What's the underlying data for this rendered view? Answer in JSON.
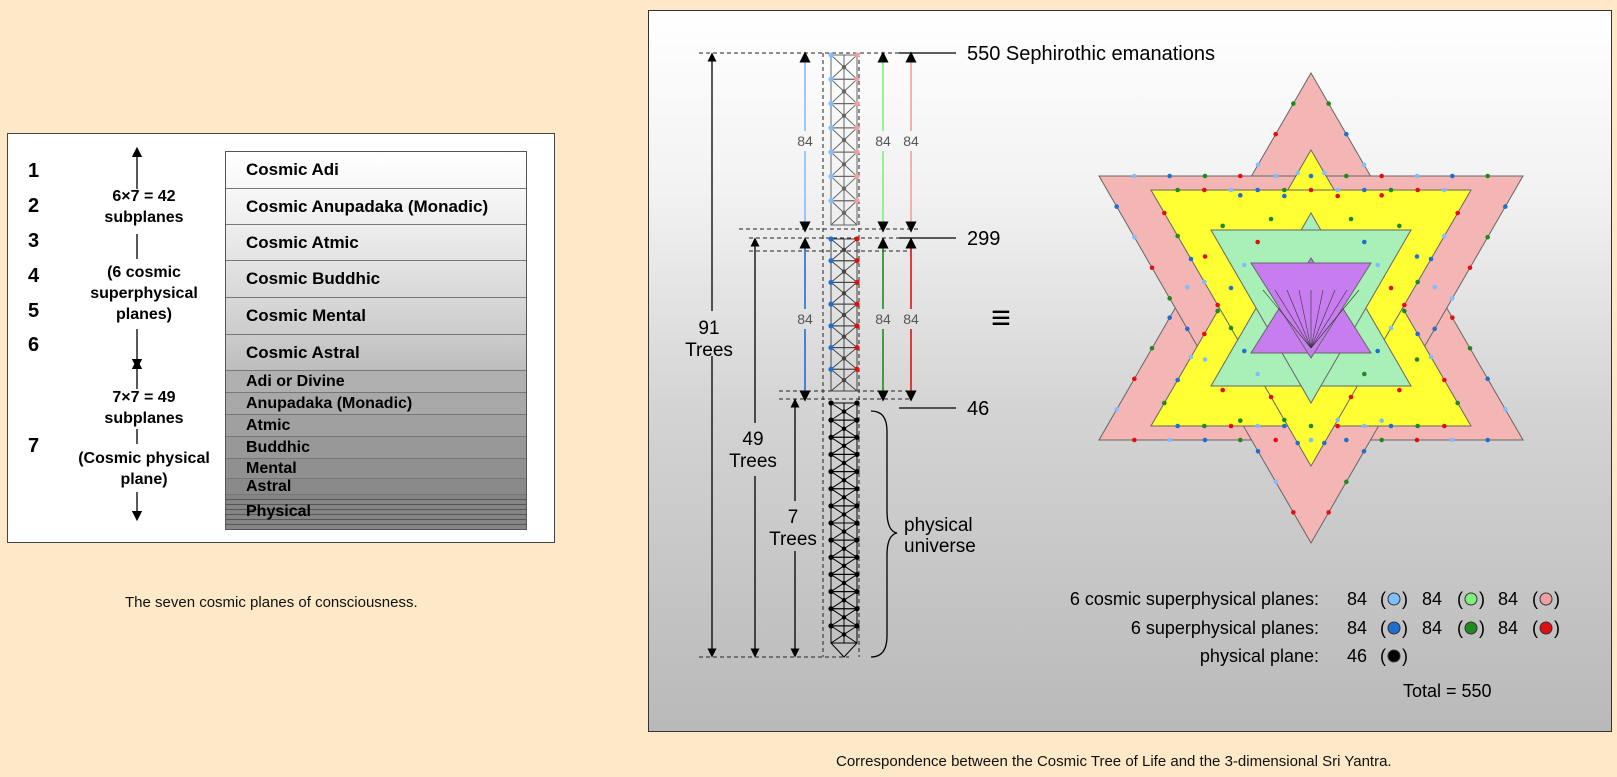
{
  "left": {
    "numbers": [
      "1",
      "2",
      "3",
      "4",
      "5",
      "6",
      "7"
    ],
    "upper_formula": "6×7 = 42",
    "upper_subplanes": "subplanes",
    "upper_desc": [
      "(6 cosmic",
      "superphysical",
      "planes)"
    ],
    "lower_formula": "7×7 = 49",
    "lower_subplanes": "subplanes",
    "lower_desc": [
      "(Cosmic physical",
      "plane)"
    ],
    "cosmic_planes": [
      "Cosmic Adi",
      "Cosmic Anupadaka (Monadic)",
      "Cosmic Atmic",
      "Cosmic Buddhic",
      "Cosmic Mental",
      "Cosmic Astral"
    ],
    "physical_subplanes": [
      "Adi or Divine",
      "Anupadaka (Monadic)",
      "Atmic",
      "Buddhic",
      "Mental",
      "Astral",
      "Physical"
    ],
    "caption": "The seven cosmic planes of consciousness."
  },
  "right": {
    "label_550": "550 Sephirothic emanations",
    "label_299": "299",
    "label_46": "46",
    "trees_91": [
      "91",
      "Trees"
    ],
    "trees_49": [
      "49",
      "Trees"
    ],
    "trees_7": [
      "7",
      "Trees"
    ],
    "physical_universe": [
      "physical",
      "universe"
    ],
    "count_84": "84",
    "equiv": "≡",
    "legend": [
      {
        "label": "6 cosmic superphysical planes:",
        "items": [
          "84",
          "84",
          "84"
        ]
      },
      {
        "label": "6 superphysical planes:",
        "items": [
          "84",
          "84",
          "84"
        ]
      },
      {
        "label": "physical plane:",
        "items": [
          "46"
        ]
      }
    ],
    "total": "Total = 550",
    "caption": "Correspondence between the Cosmic Tree of Life and the 3-dimensional Sri Yantra."
  },
  "colors": {
    "light_blue": "#7fbfff",
    "light_green": "#7ef07e",
    "light_red": "#f0a0a0",
    "blue": "#1f6fd0",
    "green": "#1f8a1f",
    "red": "#e01010",
    "black": "#000000",
    "pink_fill": "#f4b5b5",
    "yellow_fill": "#ffff33",
    "mint_fill": "#a8f0b8",
    "violet_fill": "#c77cf0"
  }
}
